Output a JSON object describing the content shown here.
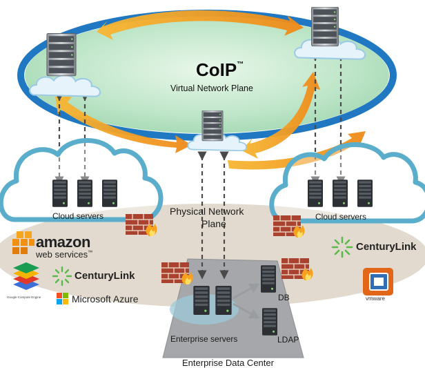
{
  "overlay": {
    "title": "CoIP",
    "trademark": "™",
    "subtitle": "Virtual Network Plane"
  },
  "physical_plane": {
    "line1": "Physical Network",
    "line2": "Plane"
  },
  "clouds": {
    "left_label": "Cloud servers",
    "right_label": "Cloud servers"
  },
  "enterprise": {
    "servers_label": "Enterprise servers",
    "db_label": "DB",
    "ldap_label": "LDAP",
    "datacenter_label": "Enterprise Data Center"
  },
  "logos": {
    "amazon": "amazon",
    "aws": "web services",
    "aws_tm": "™",
    "google": "Google Compute Engine",
    "centurylink_left": "CenturyLink",
    "azure": "Microsoft Azure",
    "centurylink_right": "CenturyLink",
    "vmware": "vmware"
  },
  "colors": {
    "ellipse_fill": "#bfe6c9",
    "ellipse_ring": "#1f78c1",
    "arrow_orange": "#f2a01d",
    "cloud_stroke": "#5aaecb",
    "ground": "#ddd3c6",
    "datacenter": "#a5a7aa"
  }
}
